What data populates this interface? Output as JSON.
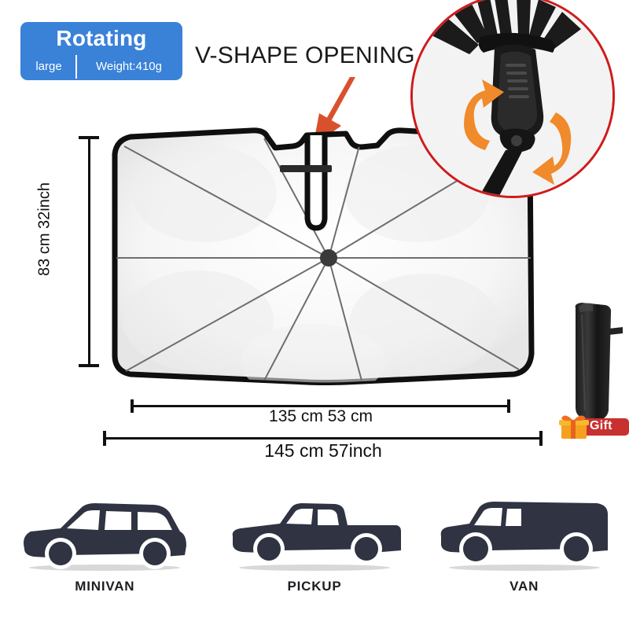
{
  "badge": {
    "title": "Rotating",
    "size": "large",
    "weight": "Weight:410g",
    "color": "#3a81d8"
  },
  "feature": {
    "title": "V-SHAPE OPENING",
    "arrow_color": "#d9512c"
  },
  "detail_inset": {
    "name": "rotating-handle-closeup",
    "ring_color": "#d01b1b",
    "arrow_color": "#f08a2a"
  },
  "dimensions": {
    "height_label": "83 cm 32inch",
    "width_inner_label": "135 cm 53 cm",
    "width_outer_label": "145 cm 57inch"
  },
  "gift": {
    "label": "Gift",
    "banner_color": "#c93030",
    "box_color": "#f5a11e"
  },
  "vehicles": [
    {
      "label": "MINIVAN",
      "icon": "minivan-icon"
    },
    {
      "label": "PICKUP",
      "icon": "pickup-icon"
    },
    {
      "label": "VAN",
      "icon": "van-icon"
    }
  ],
  "colors": {
    "vehicle_fill": "#2f3342",
    "shade_outline": "#0f0f0f",
    "shade_fill": "#fbfbfb"
  }
}
